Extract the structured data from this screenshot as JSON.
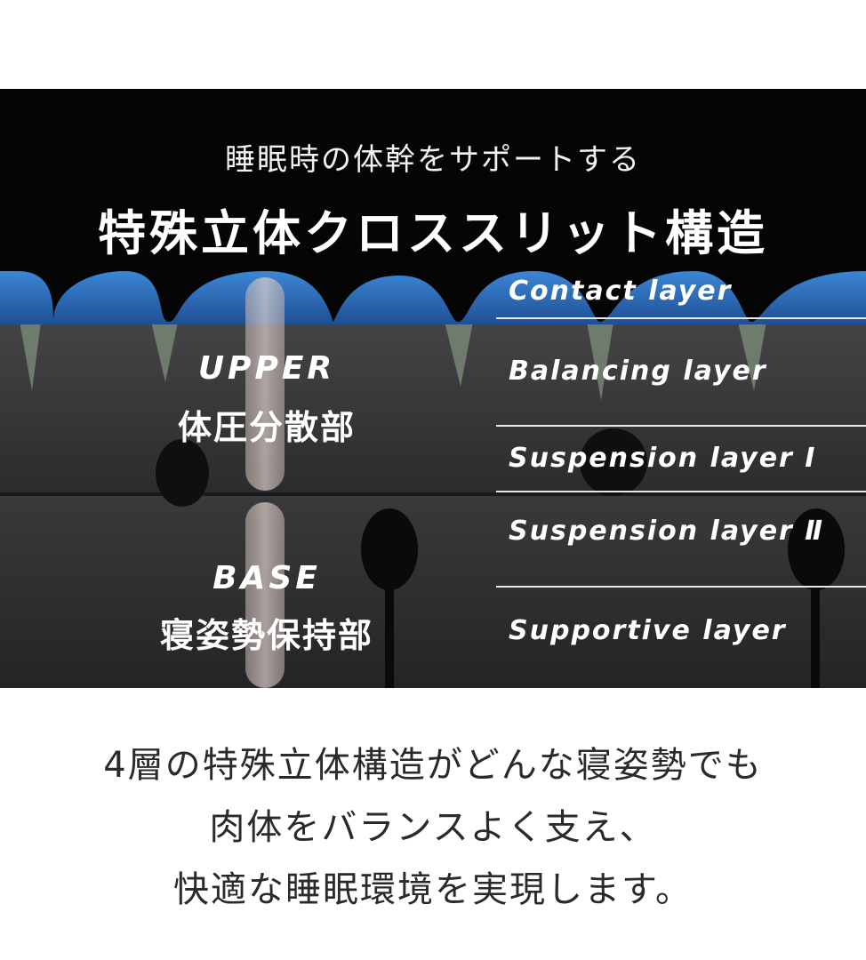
{
  "header": {
    "subtitle": "睡眠時の体幹をサポートする",
    "title": "特殊立体クロススリット構造"
  },
  "layers": [
    {
      "label": "Contact layer"
    },
    {
      "label": "Balancing layer"
    },
    {
      "label": "Suspension layer Ⅰ"
    },
    {
      "label": "Suspension layer Ⅱ"
    },
    {
      "label": "Supportive layer"
    }
  ],
  "sections": {
    "upper": {
      "en": "UPPER",
      "jp": "体圧分散部"
    },
    "base": {
      "en": "BASE",
      "jp": "寝姿勢保持部"
    }
  },
  "caption": {
    "line1": "4層の特殊立体構造がどんな寝姿勢でも",
    "line2": "肉体をバランスよく支え、",
    "line3": "快適な睡眠環境を実現します。"
  },
  "colors": {
    "contact_blue": "#2f6fbf",
    "foam_dark": "#3a3a3c",
    "panel_bg": "#050506"
  }
}
